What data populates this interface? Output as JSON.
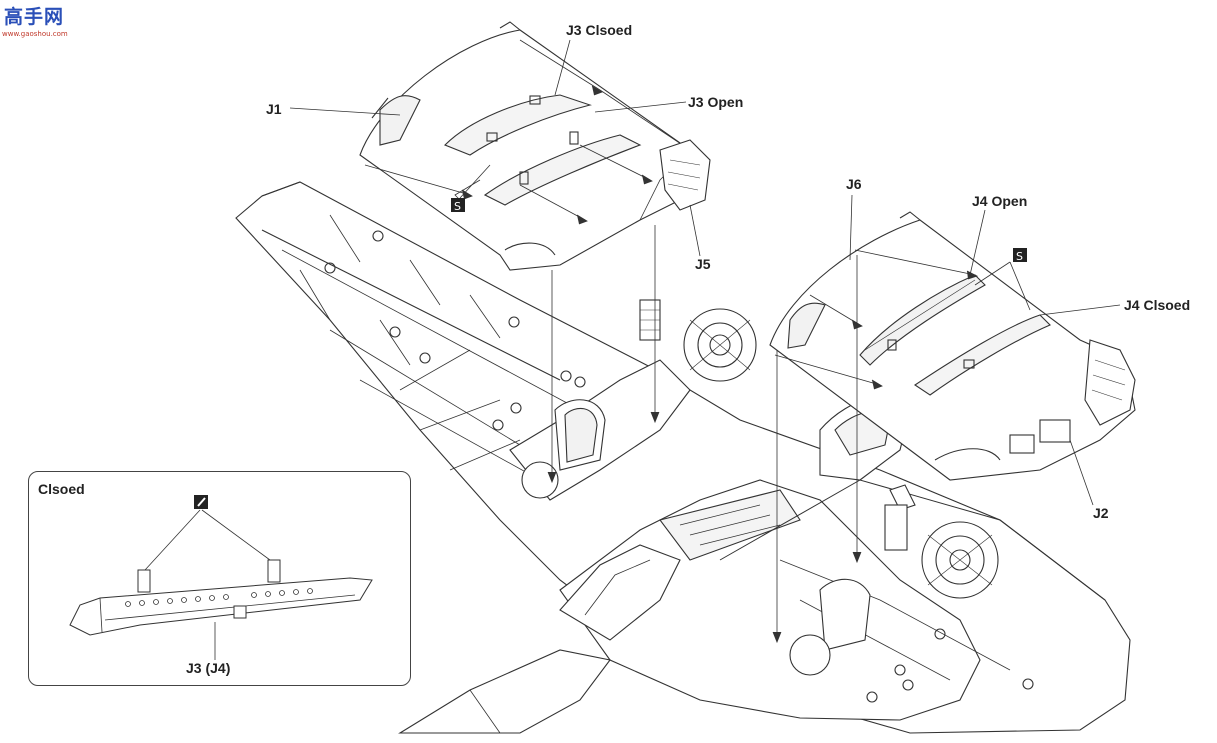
{
  "watermark": {
    "logo_text": "高手网",
    "logo_sub": "www.gaoshou.com"
  },
  "labels": {
    "j1": "J1",
    "j3_closed": "J3 Clsoed",
    "j3_open": "J3 Open",
    "j5": "J5",
    "j6": "J6",
    "j4_open": "J4 Open",
    "j4_closed": "J4 Clsoed",
    "j2": "J2"
  },
  "inset": {
    "title": "Clsoed",
    "part_label": "J3 (J4)"
  },
  "icons": {
    "flip_symbol": "flip-part-icon",
    "glue_symbol": "cement-icon"
  },
  "colors": {
    "line": "#333333",
    "fill": "#ffffff",
    "shade": "#f2f2f2"
  }
}
